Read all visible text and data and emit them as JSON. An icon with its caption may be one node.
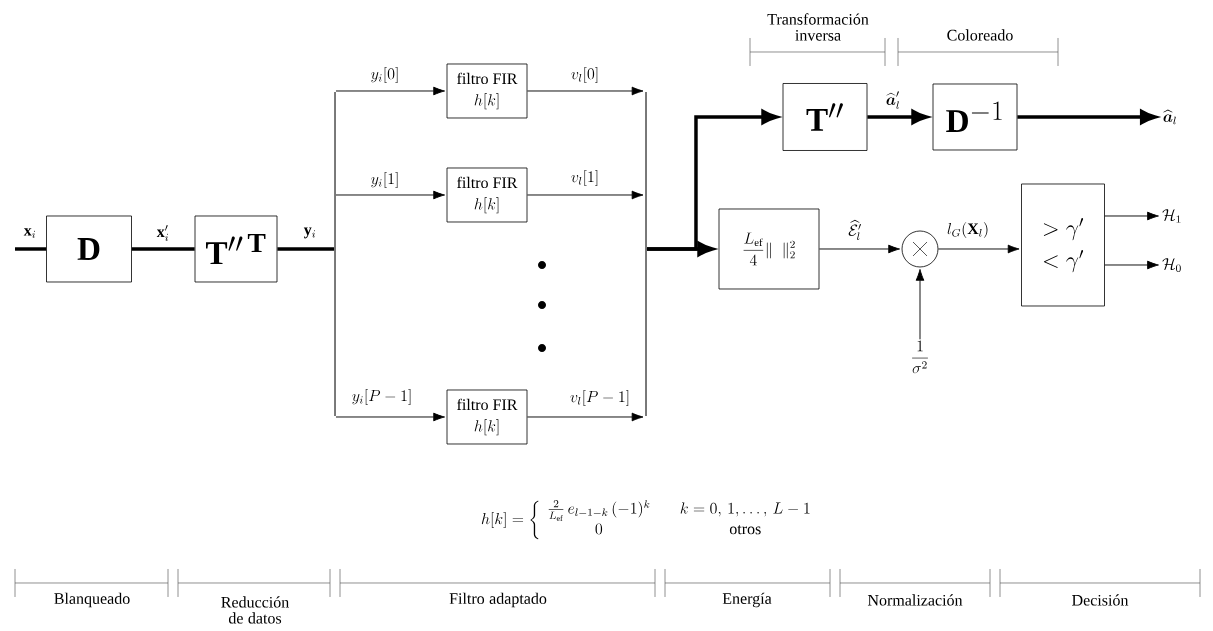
{
  "diagram": {
    "nodes": [
      {
        "text": [
          "\\mathbf{D}"
        ]
      },
      {
        "text": [
          "\\mathbf{T}^{\\prime\\prime\\,\\mathbf{T}}"
        ]
      },
      {
        "text": [],
        "shape": "bar"
      },
      {
        "text": [
          "filtro FIR",
          "h[k]"
        ]
      },
      {
        "text": [
          "filtro FIR",
          "h[k]"
        ]
      },
      {
        "text": [
          "filtro FIR",
          "h[k]"
        ]
      },
      {
        "text": [],
        "shape": "bar"
      },
      {
        "text": [
          "\\mathbf{T}''"
        ]
      },
      {
        "text": [
          "\\mathbf{D}^{-1}"
        ]
      },
      {
        "text": [
          "\\widehat{\\boldsymbol{a}}_l"
        ]
      },
      {
        "text": [
          "\\frac{L_{\\mathrm{ef}}}{4}\\|\\;\\;\\|_2^2"
        ]
      },
      {
        "text": [],
        "shape": "circle"
      },
      {
        "text": [
          "\\frac{1}{\\sigma^2}"
        ]
      },
      {
        "text": [
          ">\\gamma'",
          "<\\gamma'"
        ]
      },
      {
        "text": [
          "\\mathcal{H}_1"
        ]
      },
      {
        "text": [
          "\\mathcal{H}_0"
        ]
      }
    ],
    "edges": [
      {
        "from": null,
        "to": 0,
        "arrow": "none",
        "style": "thick",
        "label": "\\mathbf{x}_i"
      },
      {
        "from": 0,
        "to": 1,
        "arrow": "none",
        "style": "thick",
        "label": "\\mathbf{x}'_i"
      },
      {
        "from": 1,
        "to": 2,
        "arrow": "none",
        "style": "thick",
        "label": "\\mathbf{y}_i"
      },
      {
        "from": 2,
        "to": 3,
        "arrow": "to",
        "label": "y_i[0]"
      },
      {
        "from": 2,
        "to": 4,
        "arrow": "to",
        "label": "y_i[1]"
      },
      {
        "from": 2,
        "to": 5,
        "arrow": "to",
        "label": "y_i[P-1]"
      },
      {
        "from": 3,
        "to": 6,
        "arrow": "to",
        "label": "v_l[0]"
      },
      {
        "from": 4,
        "to": 6,
        "arrow": "to",
        "label": "v_l[1]"
      },
      {
        "from": 5,
        "to": 6,
        "arrow": "to",
        "label": "v_l[P-1]"
      },
      {
        "from": 6,
        "to": 7,
        "arrow": "to",
        "style": "thick"
      },
      {
        "from": 6,
        "to": 10,
        "arrow": "to",
        "style": "thick"
      },
      {
        "from": 7,
        "to": 8,
        "arrow": "to",
        "style": "thick",
        "label": "\\widehat{\\boldsymbol{a}}'_l"
      },
      {
        "from": 8,
        "to": 9,
        "arrow": "to",
        "style": "thick"
      },
      {
        "from": 10,
        "to": 11,
        "arrow": "to",
        "label": "\\widehat{\\mathcal{E}}'_l"
      },
      {
        "from": 12,
        "to": 11,
        "arrow": "to"
      },
      {
        "from": 11,
        "to": 13,
        "arrow": "to",
        "label": "l_G(\\mathbf{X}_l)"
      },
      {
        "from": 13,
        "to": 14,
        "arrow": "to"
      },
      {
        "from": 13,
        "to": 15,
        "arrow": "to"
      }
    ],
    "labels": [
      "Transformación inversa",
      "Coloreado",
      "h[k] = \\left\\{\\begin{array}{cc} \\frac{2}{L_{\\mathrm{ef}}}\\, e_{l-1-k}\\,(-1)^k & \\quad k=0,\\,1,\\ldots,\\,L-1 \\\\ 0 & \\quad \\mbox{otros}\\end{array}\\right.",
      "Blanqueado",
      "Reducción de datos",
      "Filtro adaptado",
      "Energía",
      "Normalización",
      "Decisión"
    ]
  }
}
